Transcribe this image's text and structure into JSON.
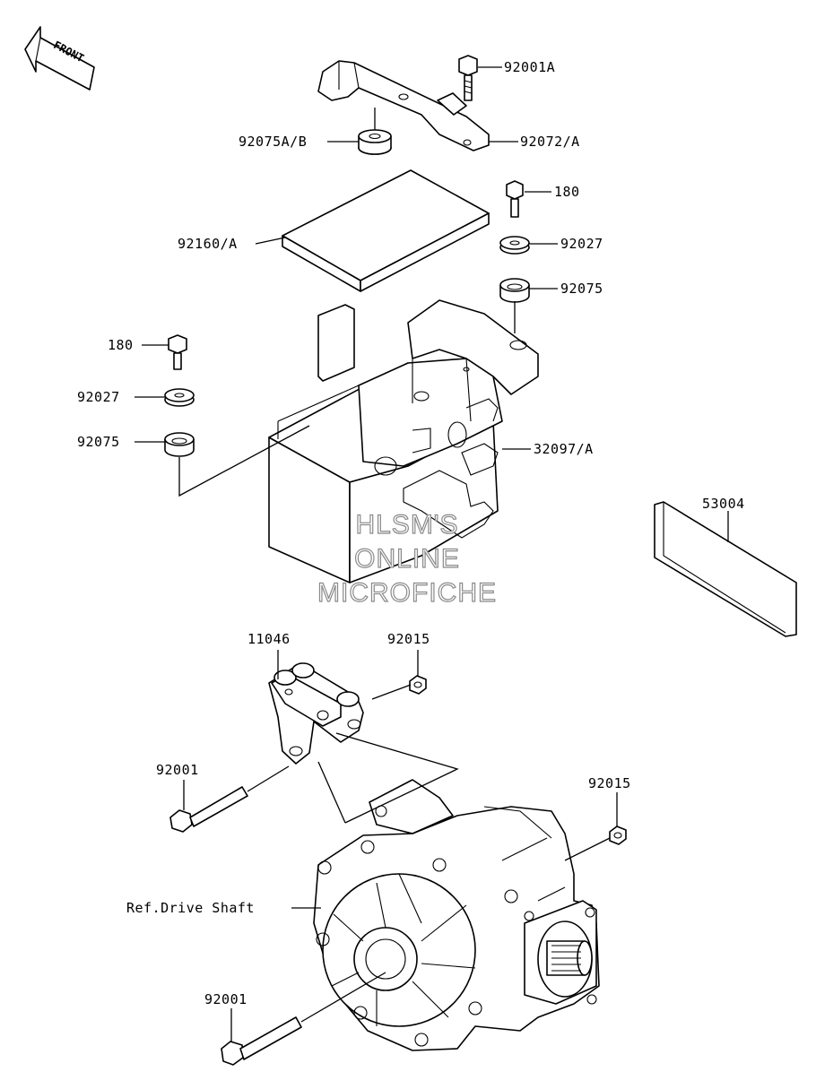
{
  "front_indicator": {
    "text": "FRONT"
  },
  "labels": {
    "p92001A": "92001A",
    "p92075AB": "92075A/B",
    "p92072A": "92072/A",
    "p180_right": "180",
    "p92160A": "92160/A",
    "p92027_right": "92027",
    "p92075_right": "92075",
    "p180_left": "180",
    "p92027_left": "92027",
    "p92075_left": "92075",
    "p32097A": "32097/A",
    "p53004": "53004",
    "p11046": "11046",
    "p92015_top": "92015",
    "p92001_mid": "92001",
    "p92015_right": "92015",
    "ref_drive_shaft": "Ref.Drive Shaft",
    "p92001_bottom": "92001"
  },
  "watermark": {
    "line1": "HLSM'S",
    "line2": "ONLINE",
    "line3": "MICROFICHE"
  }
}
